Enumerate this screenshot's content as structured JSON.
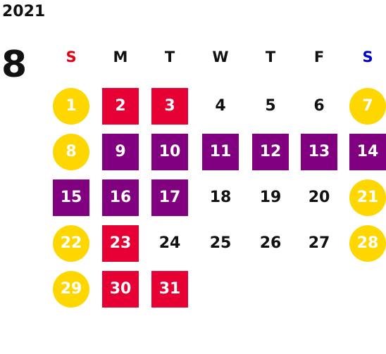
{
  "calendar": {
    "year": "2021",
    "month": "8",
    "weekdays": [
      {
        "label": "S",
        "color": "#e60012"
      },
      {
        "label": "M",
        "color": "#111111"
      },
      {
        "label": "T",
        "color": "#111111"
      },
      {
        "label": "W",
        "color": "#111111"
      },
      {
        "label": "T",
        "color": "#111111"
      },
      {
        "label": "F",
        "color": "#111111"
      },
      {
        "label": "S",
        "color": "#0000cc"
      }
    ],
    "styles": {
      "holiday_circle": "#ffd700",
      "red_box": "#e60033",
      "purple_box": "#800080",
      "plain": "transparent"
    },
    "days": [
      {
        "day": "1",
        "style": "holiday_circle"
      },
      {
        "day": "2",
        "style": "red_box"
      },
      {
        "day": "3",
        "style": "red_box"
      },
      {
        "day": "4",
        "style": "plain"
      },
      {
        "day": "5",
        "style": "plain"
      },
      {
        "day": "6",
        "style": "plain"
      },
      {
        "day": "7",
        "style": "holiday_circle"
      },
      {
        "day": "8",
        "style": "holiday_circle"
      },
      {
        "day": "9",
        "style": "purple_box"
      },
      {
        "day": "10",
        "style": "purple_box"
      },
      {
        "day": "11",
        "style": "purple_box"
      },
      {
        "day": "12",
        "style": "purple_box"
      },
      {
        "day": "13",
        "style": "purple_box"
      },
      {
        "day": "14",
        "style": "purple_box"
      },
      {
        "day": "15",
        "style": "purple_box"
      },
      {
        "day": "16",
        "style": "purple_box"
      },
      {
        "day": "17",
        "style": "purple_box"
      },
      {
        "day": "18",
        "style": "plain"
      },
      {
        "day": "19",
        "style": "plain"
      },
      {
        "day": "20",
        "style": "plain"
      },
      {
        "day": "21",
        "style": "holiday_circle"
      },
      {
        "day": "22",
        "style": "holiday_circle"
      },
      {
        "day": "23",
        "style": "red_box"
      },
      {
        "day": "24",
        "style": "plain"
      },
      {
        "day": "25",
        "style": "plain"
      },
      {
        "day": "26",
        "style": "plain"
      },
      {
        "day": "27",
        "style": "plain"
      },
      {
        "day": "28",
        "style": "holiday_circle"
      },
      {
        "day": "29",
        "style": "holiday_circle"
      },
      {
        "day": "30",
        "style": "red_box"
      },
      {
        "day": "31",
        "style": "red_box"
      }
    ]
  }
}
